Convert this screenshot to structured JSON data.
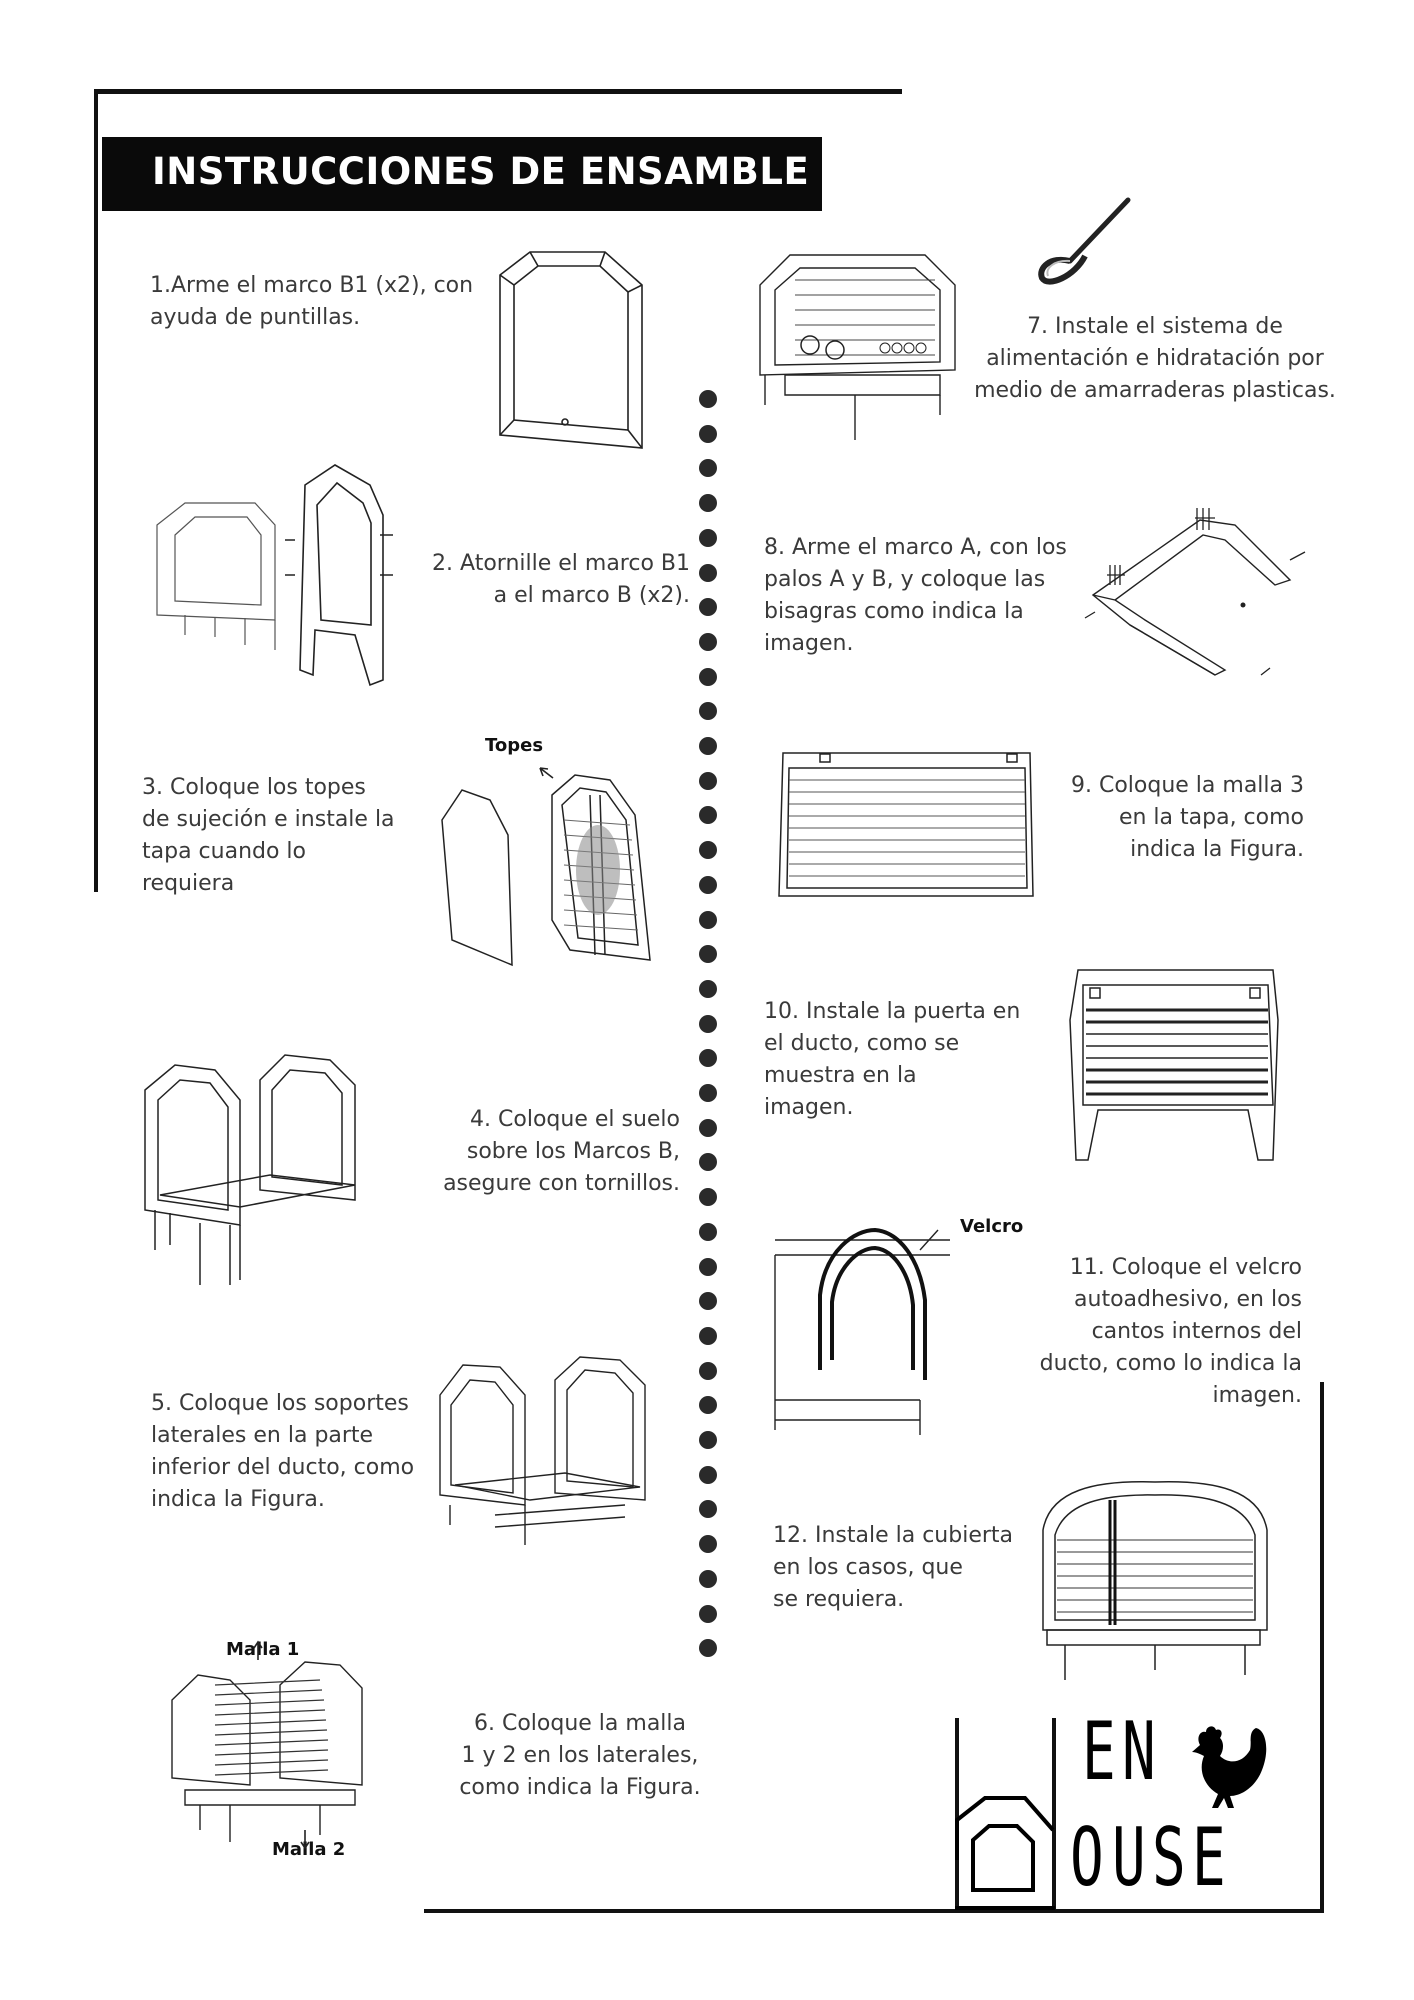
{
  "header": {
    "title": "INSTRUCCIONES DE ENSAMBLE"
  },
  "steps": [
    {
      "id": 1,
      "text": "1.Arme el marco B1 (x2), con\n   ayuda de puntillas."
    },
    {
      "id": 2,
      "text": "2. Atornille el marco B1\na el marco B (x2)."
    },
    {
      "id": 3,
      "text": "3. Coloque los topes\nde sujeción e instale la\ntapa cuando lo\nrequiera"
    },
    {
      "id": 4,
      "text": "4. Coloque el suelo\nsobre los Marcos B,\nasegure con tornillos."
    },
    {
      "id": 5,
      "text": "5. Coloque los soportes\nlaterales en la parte\ninferior del ducto, como\nindica la Figura."
    },
    {
      "id": 6,
      "text": "6. Coloque la malla\n1 y 2 en los  laterales,\ncomo indica la Figura."
    },
    {
      "id": 7,
      "text": "7. Instale el sistema de\nalimentación e hidratación por\nmedio de amarraderas plasticas."
    },
    {
      "id": 8,
      "text": "8. Arme el marco A, con los\n    palos A y B, y coloque las\n    bisagras como indica la\n    imagen."
    },
    {
      "id": 9,
      "text": "9. Coloque la malla 3\nen la tapa, como\nindica la Figura."
    },
    {
      "id": 10,
      "text": "10.  Instale la puerta en\n     el ducto, como se\n     muestra en la\n     imagen."
    },
    {
      "id": 11,
      "text": "11. Coloque el velcro\nautoadhesivo, en los\ncantos internos del\nducto, como lo indica la\nimagen."
    },
    {
      "id": 12,
      "text": "12. Instale la cubierta\n      en los casos, que\n      se requiera."
    }
  ],
  "callouts": {
    "topes": "Topes",
    "velcro": "Velcro",
    "malla1": "Malla 1",
    "malla2": "Malla 2"
  },
  "logo": {
    "letters_top": [
      "E",
      "N"
    ],
    "letters_bottom": [
      "O",
      "U",
      "S",
      "E"
    ],
    "icon": "hen-icon"
  },
  "colors": {
    "banner": "#0a0a0a",
    "text": "#3a3a3a",
    "lines": "#111111"
  }
}
